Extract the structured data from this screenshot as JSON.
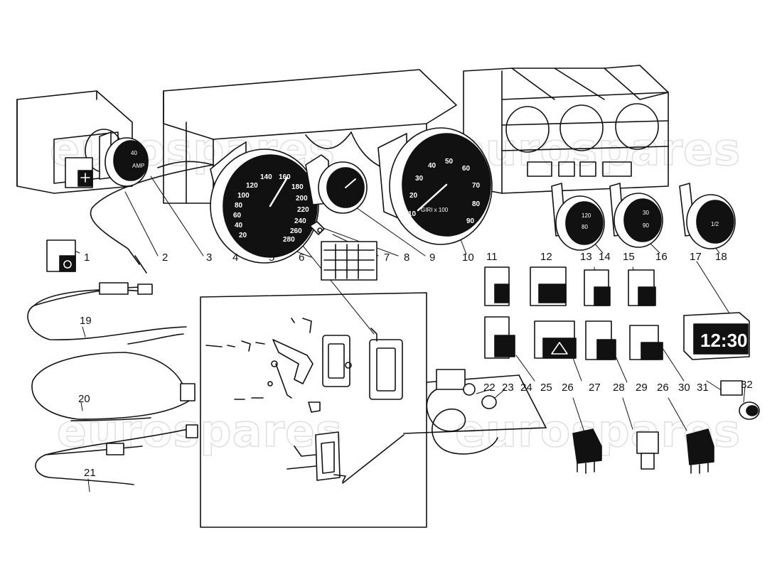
{
  "callouts": [
    "1",
    "2",
    "3",
    "4",
    "5",
    "6",
    "7",
    "8",
    "9",
    "10",
    "11",
    "12",
    "13",
    "14",
    "15",
    "16",
    "17",
    "18",
    "19",
    "20",
    "21",
    "22",
    "23",
    "24",
    "25",
    "26",
    "27",
    "28",
    "29",
    "26",
    "30",
    "31",
    "32"
  ],
  "speedometer": {
    "scale": [
      "20",
      "40",
      "60",
      "80",
      "100",
      "120",
      "140",
      "160",
      "180",
      "200",
      "220",
      "240",
      "260",
      "280"
    ]
  },
  "tachometer": {
    "scale": [
      "10",
      "20",
      "30",
      "40",
      "50",
      "60",
      "70",
      "80",
      "90"
    ],
    "legend": "GIRI x 100"
  },
  "small_gauge_scales": {
    "ammeter": [
      "40",
      "AMP"
    ],
    "temp": [
      "120",
      "80"
    ],
    "oil": [
      "30",
      "90"
    ],
    "fuel": [
      "1/2"
    ]
  },
  "clock": {
    "time": "12:30"
  },
  "watermark": {
    "text": "eurospares"
  }
}
